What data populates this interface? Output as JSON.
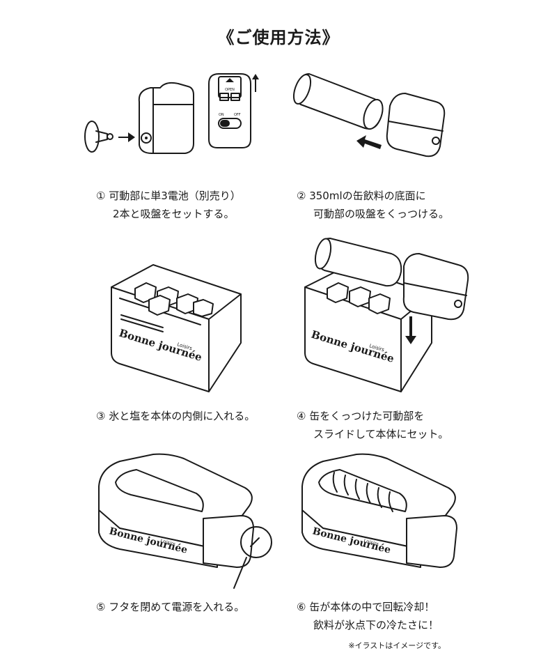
{
  "title": "《ご使用方法》",
  "steps": [
    {
      "line1": "① 可動部に単3電池（別売り）",
      "line2": "2本と吸盤をセットする。"
    },
    {
      "line1": "② 350mlの缶飲料の底面に",
      "line2": "可動部の吸盤をくっつける。"
    },
    {
      "line1": "③ 氷と塩を本体の内側に入れる。",
      "line2": ""
    },
    {
      "line1": "④ 缶をくっつけた可動部を",
      "line2": "スライドして本体にセット。"
    },
    {
      "line1": "⑤ フタを閉めて電源を入れる。",
      "line2": ""
    },
    {
      "line1": "⑥ 缶が本体の中で回転冷却！",
      "line2": "飲料が氷点下の冷たさに！"
    }
  ],
  "labels": {
    "open": "OPEN",
    "on": "ON",
    "off": "OFF",
    "brand": "Bonne journée",
    "sub": "Loisirs"
  },
  "note": "※イラストはイメージです。"
}
